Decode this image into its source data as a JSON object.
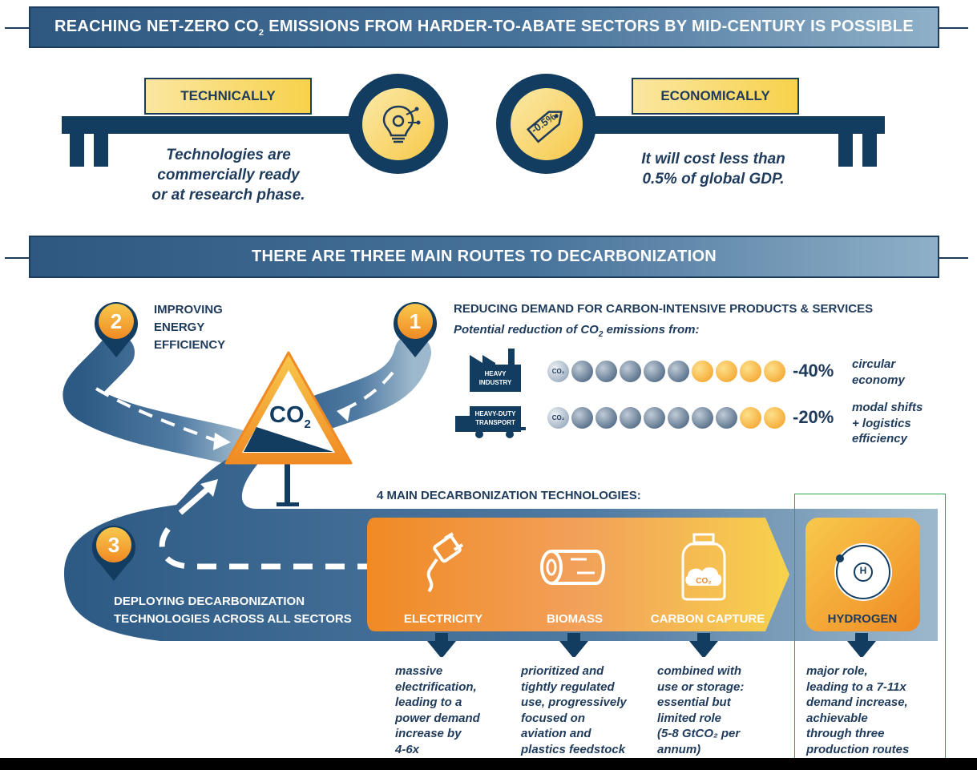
{
  "top_banner": {
    "title_part1": "REACHING NET-ZERO CO",
    "title_sub": "2",
    "title_part2": " EMISSIONS FROM HARDER-TO-ABATE SECTORS BY MID-CENTURY IS POSSIBLE"
  },
  "technically": {
    "label": "TECHNICALLY",
    "text_line1": "Technologies are",
    "text_line2": "commercially ready",
    "text_line3": "or at research phase."
  },
  "economically": {
    "label": "ECONOMICALLY",
    "badge": "-0.5%",
    "text_line1": "It will cost less than",
    "text_line2": "0.5% of global GDP."
  },
  "routes_banner": {
    "title": "THERE ARE THREE MAIN ROUTES TO DECARBONIZATION"
  },
  "route1": {
    "number": "1",
    "title": "REDUCING DEMAND FOR CARBON-INTENSIVE PRODUCTS & SERVICES",
    "subtitle_part1": "Potential reduction of CO",
    "subtitle_sub": "2",
    "subtitle_part2": " emissions from:",
    "rows": [
      {
        "icon_label_line1": "HEAVY",
        "icon_label_line2": "INDUSTRY",
        "co2": "CO₂",
        "blue_count": 5,
        "orange_count": 4,
        "percent": "-40%",
        "desc_line1": "circular",
        "desc_line2": "economy",
        "desc_line3": ""
      },
      {
        "icon_label_line1": "HEAVY-DUTY",
        "icon_label_line2": "TRANSPORT",
        "co2": "CO₂",
        "blue_count": 7,
        "orange_count": 2,
        "percent": "-20%",
        "desc_line1": "modal shifts",
        "desc_line2": "+ logistics",
        "desc_line3": "efficiency"
      }
    ]
  },
  "route2": {
    "number": "2",
    "line1": "IMPROVING",
    "line2": "ENERGY",
    "line3": "EFFICIENCY"
  },
  "route3": {
    "number": "3",
    "line1": "DEPLOYING DECARBONIZATION",
    "line2": "TECHNOLOGIES ACROSS ALL SECTORS"
  },
  "sign": {
    "co2": "CO",
    "sub": "2"
  },
  "technologies": {
    "heading": "4 MAIN DECARBONIZATION TECHNOLOGIES:",
    "items": [
      {
        "label": "ELECTRICITY",
        "icon": "plug-icon",
        "desc": [
          "massive",
          "electrification,",
          "leading to a",
          "power demand",
          "increase by",
          "4-6x"
        ]
      },
      {
        "label": "BIOMASS",
        "icon": "log-icon",
        "desc": [
          "prioritized and",
          "tightly regulated",
          "use, progressively",
          "focused on",
          "aviation and",
          "plastics feedstock"
        ]
      },
      {
        "label": "CARBON CAPTURE",
        "icon": "co2-bottle-icon",
        "bottle_text": "CO₂",
        "desc": [
          "combined with",
          "use or storage:",
          "essential but",
          "limited role",
          "(5-8 GtCO₂ per",
          "annum)"
        ]
      },
      {
        "label": "HYDROGEN",
        "icon": "hydrogen-atom-icon",
        "atom_text": "H",
        "desc": [
          "major role,",
          "leading to a 7-11x",
          "demand increase,",
          "achievable",
          "through three",
          "production routes"
        ]
      }
    ]
  },
  "colors": {
    "navy": "#123c60",
    "orange": "#f08a24",
    "yellow": "#f7d24c",
    "highlight": "#2ea44f"
  }
}
